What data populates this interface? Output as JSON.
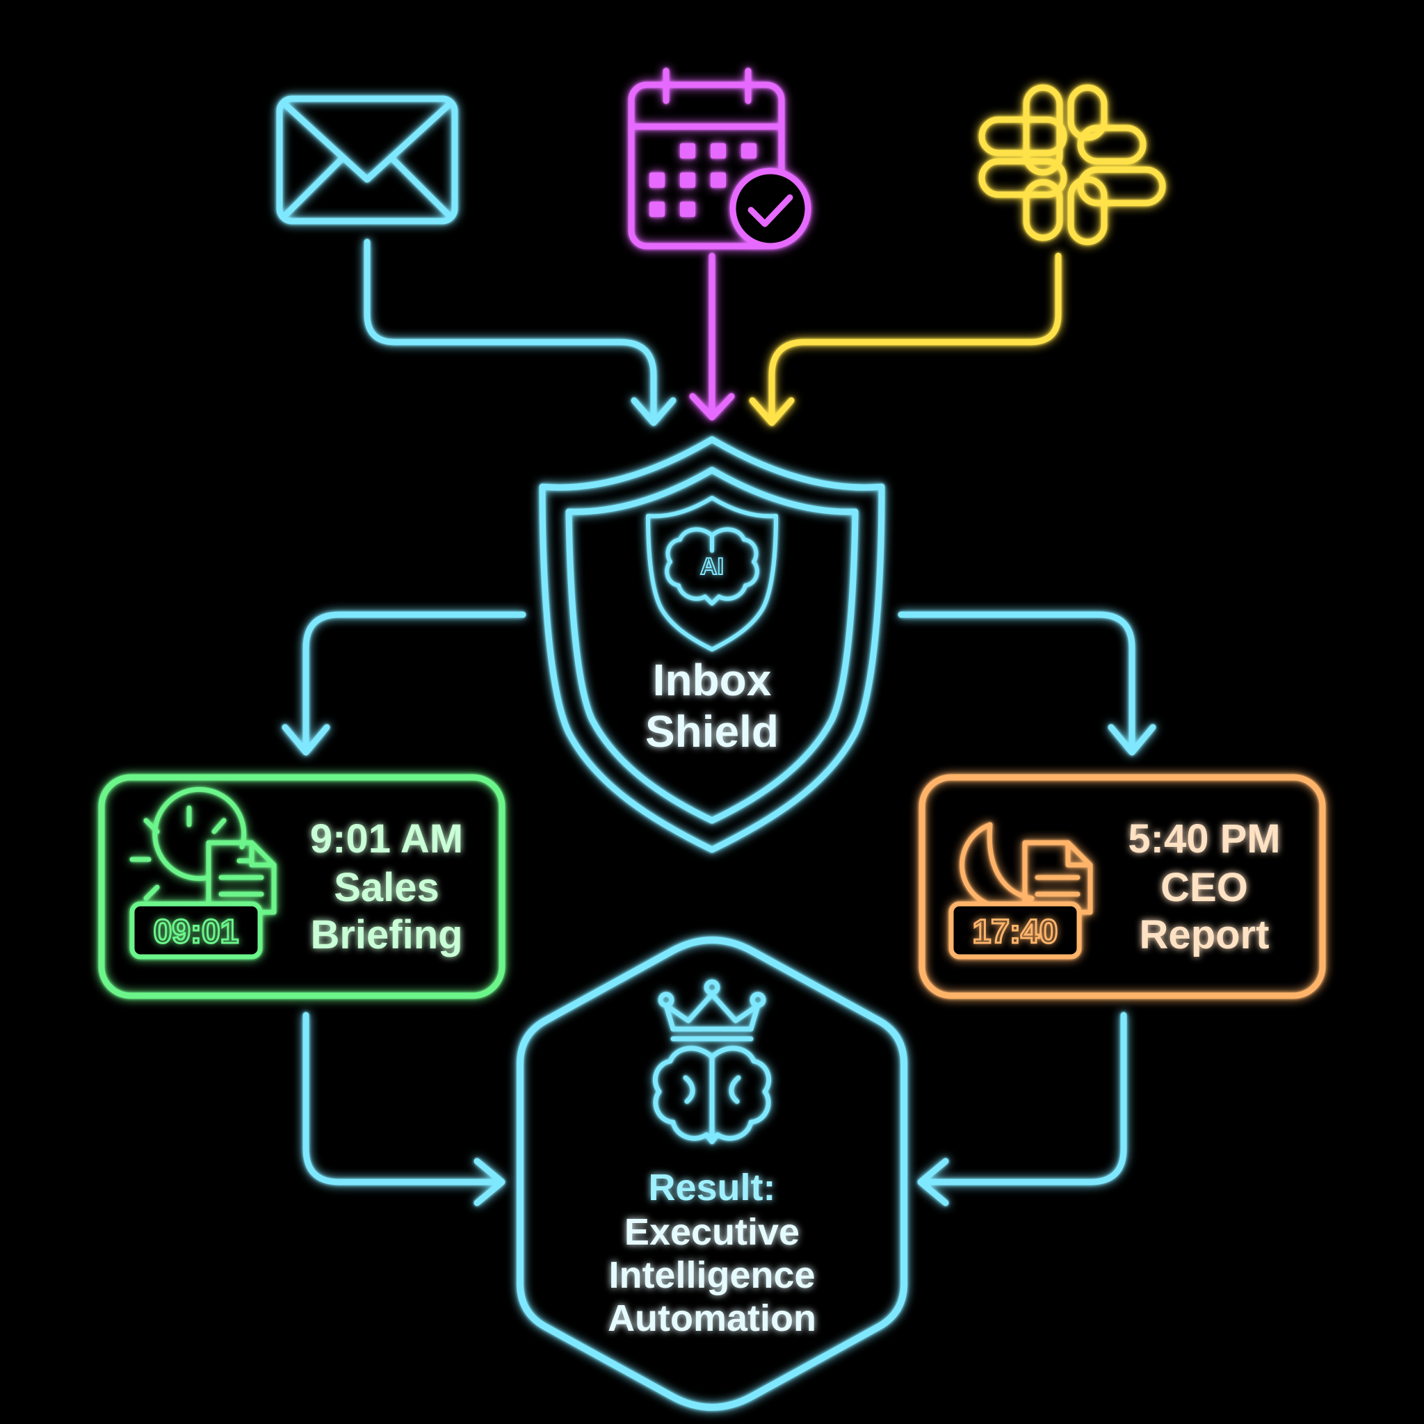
{
  "colors": {
    "background": "#000000",
    "cyan": "#7fe8ff",
    "magenta": "#e66bff",
    "yellow": "#ffe24a",
    "green": "#6cf58a",
    "orange": "#ffb46b",
    "text_light": "#e6fbff",
    "result_accent": "#9ff0ff"
  },
  "sources": [
    {
      "name": "Email",
      "icon": "envelope-icon",
      "color": "cyan"
    },
    {
      "name": "Calendar",
      "icon": "calendar-check-icon",
      "color": "magenta"
    },
    {
      "name": "Slack",
      "icon": "slack-icon",
      "color": "yellow"
    }
  ],
  "shield": {
    "badge": "AI",
    "line1": "Inbox",
    "line2": "Shield",
    "icon": "ai-brain-shield-icon"
  },
  "left_card": {
    "time": "9:01 AM",
    "line2": "Sales",
    "line3": "Briefing",
    "clock": "09:01",
    "icon": "sun-document-icon",
    "color": "green"
  },
  "right_card": {
    "time": "5:40 PM",
    "line2": "CEO",
    "line3": "Report",
    "clock": "17:40",
    "icon": "moon-document-icon",
    "color": "orange"
  },
  "result": {
    "label": "Result:",
    "line1": "Executive",
    "line2": "Intelligence",
    "line3": "Automation",
    "icon": "crown-brain-icon"
  }
}
